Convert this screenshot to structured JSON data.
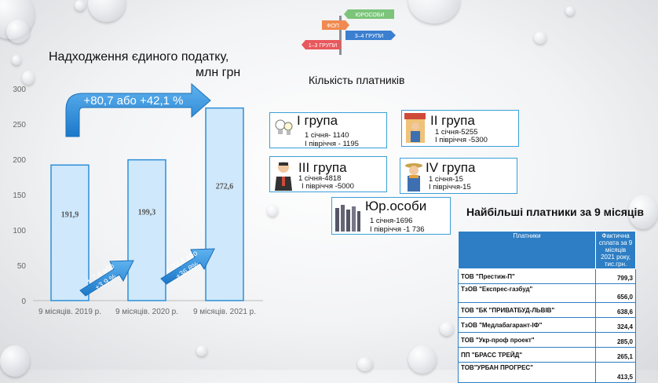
{
  "chart_data": {
    "type": "bar",
    "title": "Надходження єдиного податку,",
    "subtitle": "млн грн",
    "categories": [
      "9 місяців.  2019 р.",
      "9 місяців.  2020 р.",
      "9 місяців.  2021 р."
    ],
    "values": [
      191.9,
      199.3,
      272.6
    ],
    "value_labels": [
      "191,9",
      "199,3",
      "272,6"
    ],
    "yticks": [
      "0",
      "50",
      "100",
      "150",
      "200",
      "250",
      "300"
    ],
    "ylim": [
      0,
      300
    ],
    "grid": false,
    "bar_color": "#cfe8fb",
    "bar_border": "#2d8fd8",
    "annotations": {
      "total_growth": "+80,7 або +42,1 %",
      "growth_2020_line1": "+ 7,4 або",
      "growth_2020_line2": "+3,9 %",
      "growth_2021_line1": "+ 73,3 або",
      "growth_2021_line2": "+36,8%"
    }
  },
  "signpost": {
    "sign1": "ЮРОСОБИ",
    "sign2": "ФОП",
    "sign3": "3–4 ГРУПИ",
    "sign4": "1–3 ГРУПИ"
  },
  "payers": {
    "heading": "Кількість платників",
    "groups": [
      {
        "title": "І група",
        "line1": "1 січня- 1140",
        "line2": "І півріччя - 1195"
      },
      {
        "title": "ІІ група",
        "line1": "1 січня-5255",
        "line2": "І півріччя -5300"
      },
      {
        "title": "ІІІ група",
        "line1": "1 січня-4818",
        "line2": "І півріччя -5000"
      },
      {
        "title": "ІV група",
        "line1": "1 січня-15",
        "line2": "І півріччя-15"
      },
      {
        "title": "Юр.особи",
        "line1": "1 січня-1696",
        "line2": "І півріччя -1 736"
      }
    ]
  },
  "largest": {
    "heading": "Найбільші платники за 9 місяців",
    "col_name": "Платники",
    "col_value": "Фактична сплата за 9 місяців 2021 року, тис.грн.",
    "rows": [
      {
        "name": "ТОВ \"Престиж-П\"",
        "value": "799,3"
      },
      {
        "name": "ТзОВ \"Експрес-газбуд\"",
        "value": "656,0"
      },
      {
        "name": "ТОВ \"БК \"ПРИВАТБУД-ЛЬВІВ\"",
        "value": "638,6"
      },
      {
        "name": "ТзОВ \"Медлабагарант-ІФ\"",
        "value": "324,4"
      },
      {
        "name": "ТОВ \"Укр-проф проект\"",
        "value": "285,0"
      },
      {
        "name": "ПП \"БРАСС ТРЕЙД\"",
        "value": "265,1"
      },
      {
        "name": "ТОВ\"УРБАН ПРОГРЕС\"",
        "value": "413,5"
      }
    ]
  },
  "colors": {
    "accent_blue": "#2d8fd8",
    "header_blue": "#2d7ec4",
    "box_border": "#3aa0d8"
  }
}
